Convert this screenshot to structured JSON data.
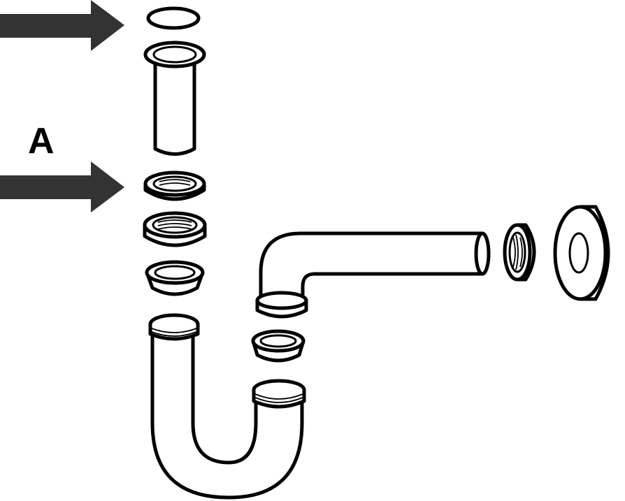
{
  "label_a": "A",
  "colors": {
    "line": "#000000",
    "arrow": "#333333",
    "background": "#ffffff"
  },
  "parts": [
    "top-washer",
    "tailpiece",
    "slip-nut-a",
    "slip-nut",
    "slip-washer",
    "j-bend",
    "trap-arm",
    "trap-arm-washer",
    "wall-nut",
    "escutcheon"
  ]
}
